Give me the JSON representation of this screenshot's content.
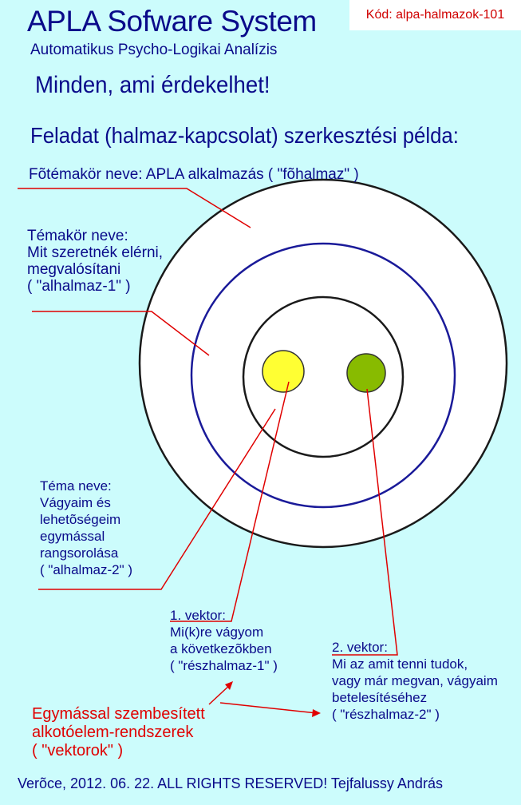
{
  "header": {
    "code": "Kód: alpa-halmazok-101",
    "title": "APLA Sofware System",
    "subtitle": "Automatikus Psycho-Logikai Analízis",
    "slogan": "Minden, ami érdekelhet!",
    "heading": "Feladat (halmaz-kapcsolat) szerkesztési példa:"
  },
  "labels": {
    "main_set": "Fõtémakör neve: APLA alkalmazás ( \"fõhalmaz\" )",
    "subset1": [
      "Témakör neve:",
      "Mit szeretnék elérni,",
      "megvalósítani",
      "( \"alhalmaz-1\" )"
    ],
    "topic": [
      "Téma neve:",
      "Vágyaim és",
      "lehetõségeim",
      "egymással",
      "rangsorolása",
      "( \"alhalmaz-2\" )"
    ],
    "vector1": [
      "1. vektor:",
      "Mi(k)re vágyom",
      "a következõkben",
      "( \"részhalmaz-1\" )"
    ],
    "vector2": [
      "2. vektor:",
      "Mi az amit tenni tudok,",
      "vagy már megvan, vágyaim",
      "betelesítéséhez",
      "( \"részhalmaz-2\" )"
    ],
    "vectors": [
      "Egymással szembesített",
      "alkotóelem-rendszerek",
      "( \"vektorok\" )"
    ]
  },
  "footer": {
    "text": "Verõce, 2012. 06. 22.  ALL RIGHTS RESERVED!  Tejfalussy András"
  },
  "colors": {
    "background": "#ccfcfc",
    "text": "#0a0a8a",
    "accent_red": "#e00000",
    "ring_outer": "#1a1a1a",
    "ring_middle": "#1a1a99",
    "yellow_element": "#ffff33",
    "green_element": "#88bb00"
  }
}
